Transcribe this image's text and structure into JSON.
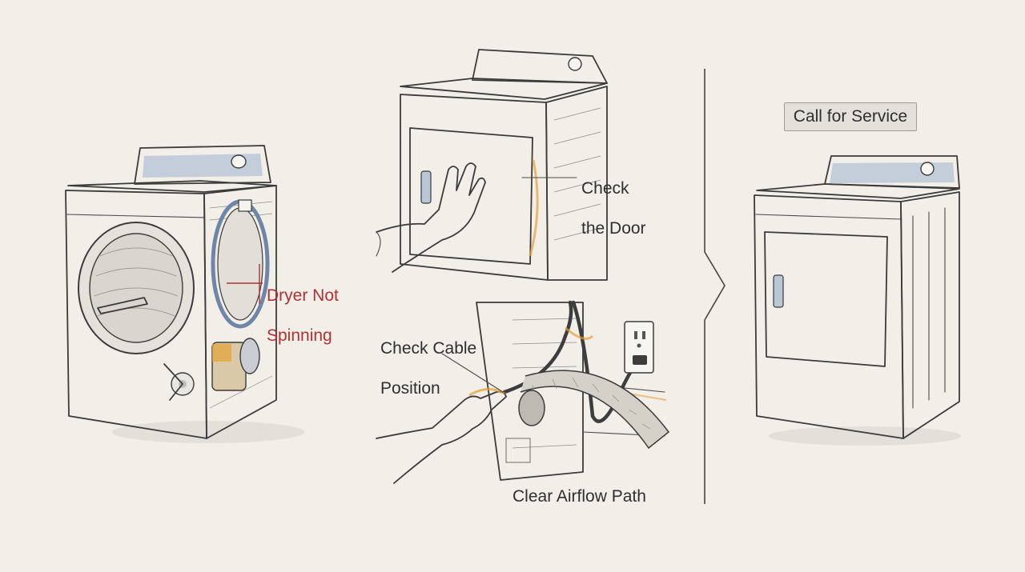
{
  "panels": {
    "problem": {
      "label_lines": [
        "Dryer Not",
        "Spinning"
      ],
      "label_color": "#b23035"
    },
    "door_check": {
      "label_lines": [
        "Check",
        "the Door"
      ]
    },
    "cable_check": {
      "label_lines": [
        "Check Cable",
        "Position"
      ],
      "airflow_label": "Clear Airflow Path"
    },
    "service": {
      "badge_label": "Call for Service"
    }
  },
  "colors": {
    "background": "#f1efe8",
    "ink": "#3b3b3b",
    "highlight": "#e3a33b",
    "panel_blue": "#b9c6d6",
    "alert_red": "#b23035"
  },
  "icons": {
    "problem": "open-dryer-sketch",
    "door": "hand-on-door-sketch",
    "cable": "hand-on-cable-sketch",
    "outlet": "wall-outlet-icon",
    "arrow": "chevron-right-icon",
    "service": "closed-dryer-sketch"
  }
}
